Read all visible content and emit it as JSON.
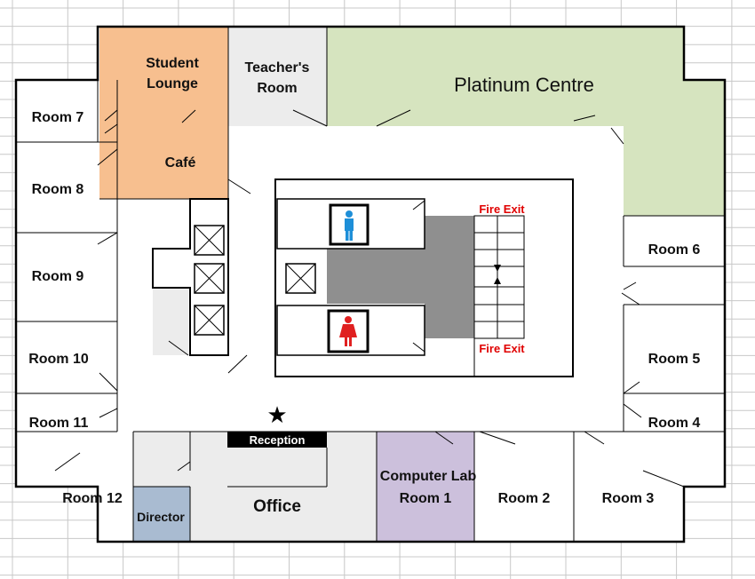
{
  "colors": {
    "grid": "#c8c8c8",
    "student_lounge": "#f7bf8f",
    "teachers_room": "#ececec",
    "platinum_centre": "#d6e4bf",
    "computer_lab": "#ccc0dc",
    "director": "#a9bbd1",
    "office": "#ececec",
    "core": "#8f8f8f",
    "fire_exit": "#e00000",
    "male": "#1e8fd8",
    "female": "#e02020"
  },
  "rooms": {
    "student_lounge": {
      "line1": "Student",
      "line2": "Lounge"
    },
    "teachers_room": {
      "line1": "Teacher's",
      "line2": "Room"
    },
    "platinum_centre": "Platinum Centre",
    "cafe": "Café",
    "room7": "Room 7",
    "room8": "Room 8",
    "room9": "Room 9",
    "room10": "Room 10",
    "room11": "Room 11",
    "room12": "Room 12",
    "director": "Director",
    "office": "Office",
    "computer_lab": {
      "line1": "Computer Lab",
      "line2": "Room 1"
    },
    "room2": "Room 2",
    "room3": "Room 3",
    "room4": "Room 4",
    "room5": "Room 5",
    "room6": "Room 6"
  },
  "labels": {
    "reception": "Reception",
    "fire_exit_top": "Fire Exit",
    "fire_exit_bottom": "Fire Exit"
  },
  "icons": {
    "you_are_here": "star-icon",
    "male_toilet": "male-toilet-icon",
    "female_toilet": "female-toilet-icon",
    "elevator": "elevator-icon"
  }
}
